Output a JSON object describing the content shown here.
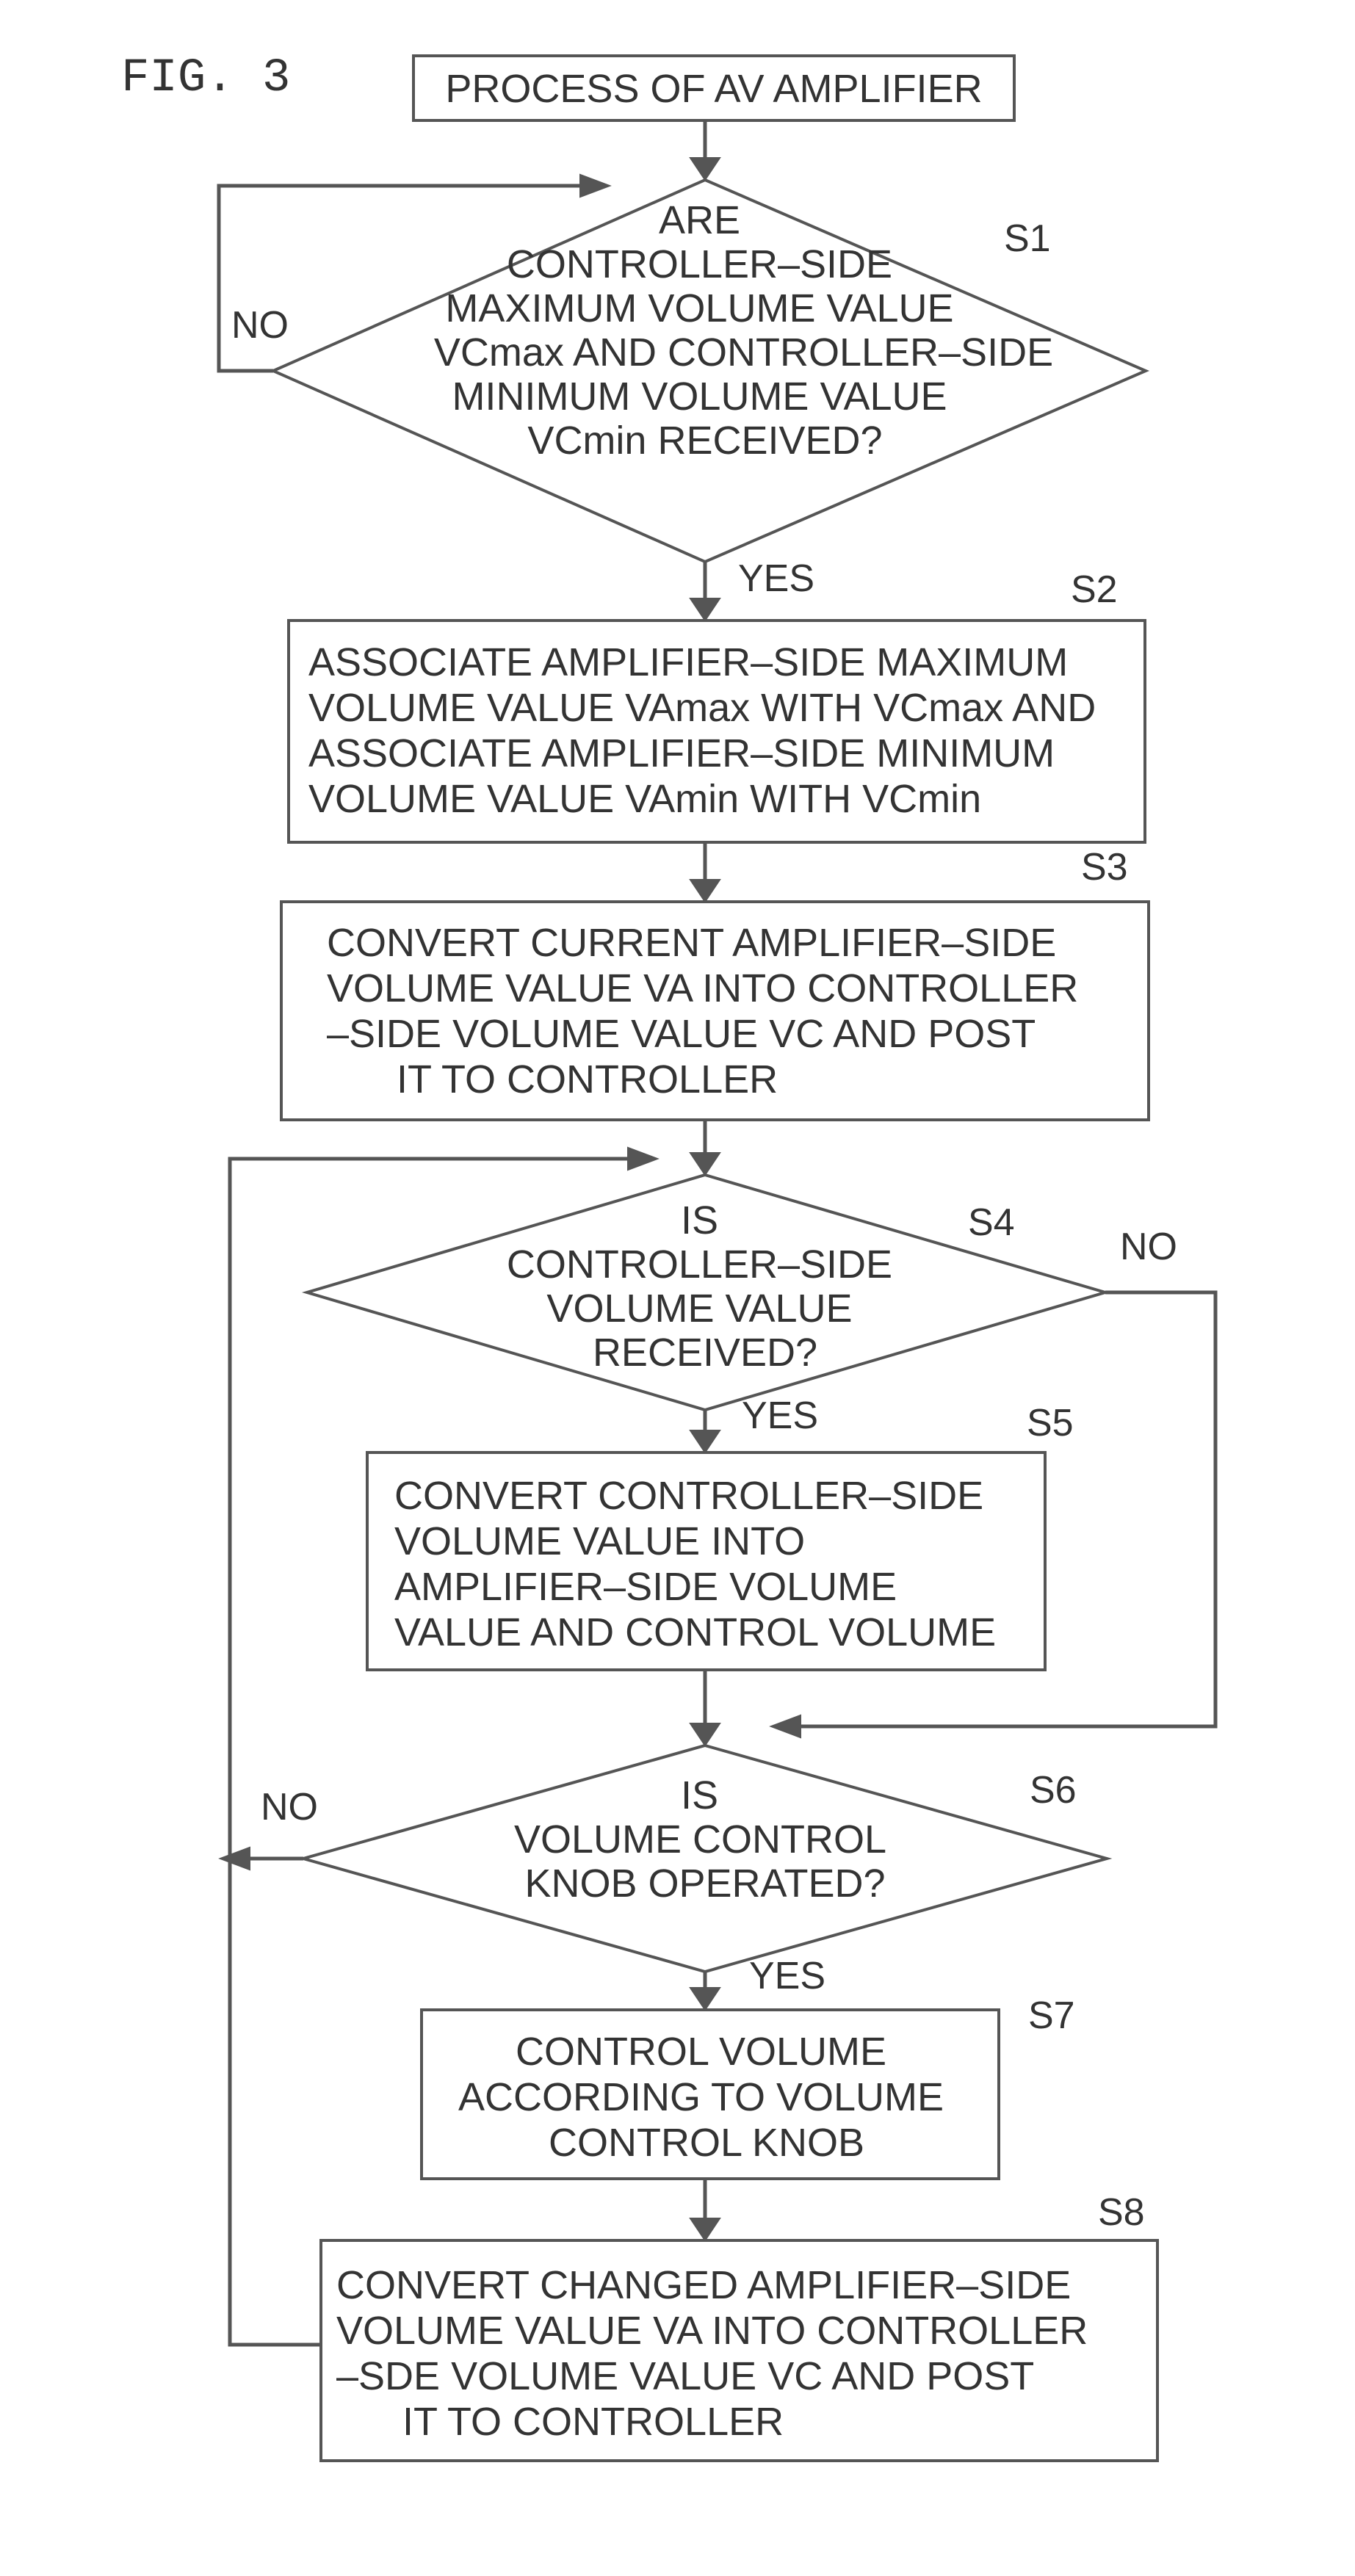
{
  "figure_label": "FIG. 3",
  "nodes": {
    "start": {
      "lines": [
        "PROCESS OF AV AMPLIFIER"
      ]
    },
    "s1": {
      "step": "S1",
      "lines": [
        "ARE",
        "CONTROLLER–SIDE",
        "MAXIMUM VOLUME VALUE",
        "VCmax AND CONTROLLER–SIDE",
        "MINIMUM VOLUME VALUE",
        "VCmin RECEIVED?"
      ]
    },
    "s2": {
      "step": "S2",
      "lines": [
        "ASSOCIATE AMPLIFIER–SIDE MAXIMUM",
        "VOLUME VALUE VAmax WITH VCmax AND",
        "ASSOCIATE AMPLIFIER–SIDE MINIMUM",
        "VOLUME VALUE VAmin WITH VCmin"
      ]
    },
    "s3": {
      "step": "S3",
      "lines": [
        "CONVERT CURRENT AMPLIFIER–SIDE",
        "VOLUME VALUE VA INTO CONTROLLER",
        "–SIDE VOLUME VALUE VC AND POST",
        "IT TO CONTROLLER"
      ]
    },
    "s4": {
      "step": "S4",
      "lines": [
        "IS",
        "CONTROLLER–SIDE",
        "VOLUME VALUE",
        "RECEIVED?"
      ]
    },
    "s5": {
      "step": "S5",
      "lines": [
        "CONVERT CONTROLLER–SIDE",
        "VOLUME VALUE INTO",
        "AMPLIFIER–SIDE VOLUME",
        "VALUE AND CONTROL VOLUME"
      ]
    },
    "s6": {
      "step": "S6",
      "lines": [
        "IS",
        "VOLUME CONTROL",
        "KNOB OPERATED?"
      ]
    },
    "s7": {
      "step": "S7",
      "lines": [
        "CONTROL VOLUME",
        "ACCORDING TO VOLUME",
        "CONTROL KNOB"
      ]
    },
    "s8": {
      "step": "S8",
      "lines": [
        "CONVERT CHANGED AMPLIFIER–SIDE",
        "VOLUME VALUE VA INTO CONTROLLER",
        "–SDE VOLUME VALUE VC AND POST",
        "IT TO CONTROLLER"
      ]
    }
  },
  "edge_labels": {
    "s1_no": "NO",
    "s1_yes": "YES",
    "s4_no": "NO",
    "s4_yes": "YES",
    "s6_no": "NO",
    "s6_yes": "YES"
  },
  "colors": {
    "line": "#555555",
    "text": "#333333",
    "background": "#ffffff"
  }
}
